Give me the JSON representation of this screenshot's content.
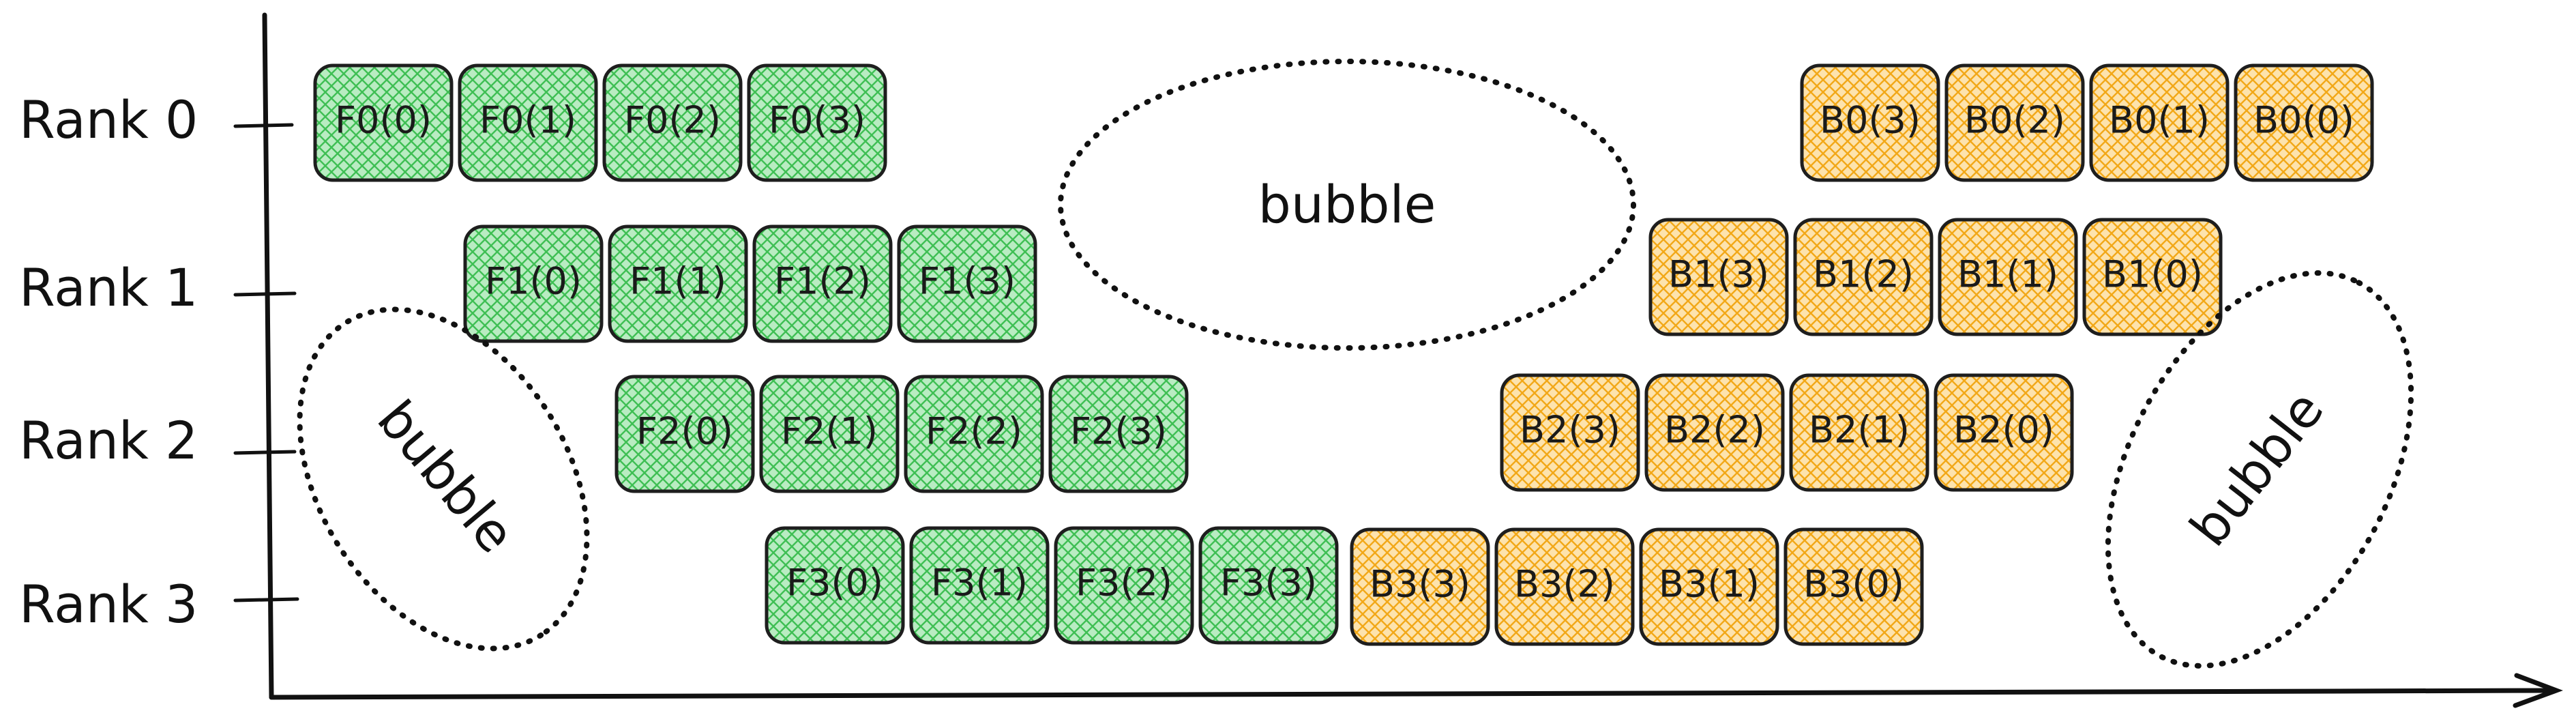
{
  "colors": {
    "forward_fill": "#b9ecc2",
    "forward_hatch": "#3fbf54",
    "backward_fill": "#fde3ad",
    "backward_hatch": "#f2a818",
    "stroke": "#1e1e1e"
  },
  "ranks": [
    {
      "label": "Rank 0",
      "forward": [
        "F0(0)",
        "F0(1)",
        "F0(2)",
        "F0(3)"
      ],
      "backward": [
        "B0(3)",
        "B0(2)",
        "B0(1)",
        "B0(0)"
      ]
    },
    {
      "label": "Rank 1",
      "forward": [
        "F1(0)",
        "F1(1)",
        "F1(2)",
        "F1(3)"
      ],
      "backward": [
        "B1(3)",
        "B1(2)",
        "B1(1)",
        "B1(0)"
      ]
    },
    {
      "label": "Rank 2",
      "forward": [
        "F2(0)",
        "F2(1)",
        "F2(2)",
        "F2(3)"
      ],
      "backward": [
        "B2(3)",
        "B2(2)",
        "B2(1)",
        "B2(0)"
      ]
    },
    {
      "label": "Rank 3",
      "forward": [
        "F3(0)",
        "F3(1)",
        "F3(2)",
        "F3(3)"
      ],
      "backward": [
        "B3(3)",
        "B3(2)",
        "B3(1)",
        "B3(0)"
      ]
    }
  ],
  "bubbles": [
    {
      "label": "bubble"
    },
    {
      "label": "bubble"
    },
    {
      "label": "bubble"
    }
  ]
}
